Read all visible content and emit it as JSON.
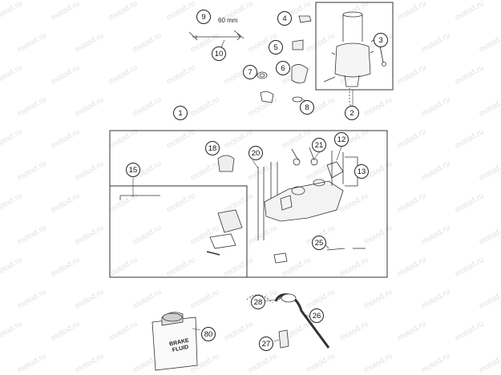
{
  "watermark": "motod.ru",
  "dimension_label": "60 mm",
  "bottle_label_line1": "BRAKE",
  "bottle_label_line2": "FLUID",
  "callouts": [
    {
      "id": "1",
      "text": "1"
    },
    {
      "id": "2",
      "text": "2"
    },
    {
      "id": "3",
      "text": "3"
    },
    {
      "id": "4",
      "text": "4"
    },
    {
      "id": "5",
      "text": "5"
    },
    {
      "id": "6",
      "text": "6"
    },
    {
      "id": "7",
      "text": "7"
    },
    {
      "id": "8",
      "text": "8"
    },
    {
      "id": "9",
      "text": "9"
    },
    {
      "id": "10",
      "text": "10"
    },
    {
      "id": "12",
      "text": "12"
    },
    {
      "id": "13",
      "text": "13"
    },
    {
      "id": "15",
      "text": "15"
    },
    {
      "id": "18",
      "text": "18"
    },
    {
      "id": "20",
      "text": "20"
    },
    {
      "id": "21",
      "text": "21"
    },
    {
      "id": "25",
      "text": "25"
    },
    {
      "id": "26",
      "text": "26"
    },
    {
      "id": "27",
      "text": "27"
    },
    {
      "id": "28",
      "text": "28"
    },
    {
      "id": "80",
      "text": "80"
    }
  ]
}
